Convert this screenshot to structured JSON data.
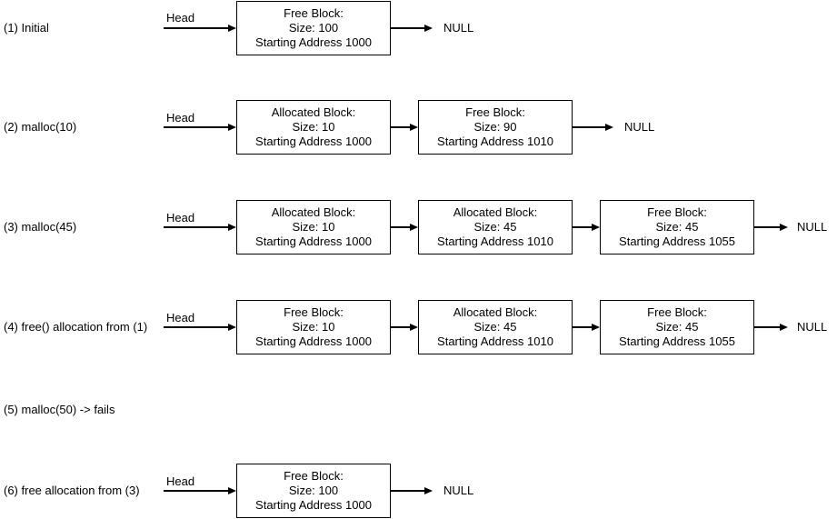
{
  "figure": {
    "description": "Linked-list diagram of heap memory blocks across malloc/free steps",
    "ink_color": "#000000",
    "background_color": "#ffffff",
    "rows": [
      {
        "label": "(1) Initial",
        "head": "Head",
        "terminator": "NULL",
        "blocks": [
          {
            "title": "Free Block:",
            "size": "Size: 100",
            "address": "Starting Address 1000"
          }
        ]
      },
      {
        "label": "(2) malloc(10)",
        "head": "Head",
        "terminator": "NULL",
        "blocks": [
          {
            "title": "Allocated Block:",
            "size": "Size: 10",
            "address": "Starting Address 1000"
          },
          {
            "title": "Free Block:",
            "size": "Size: 90",
            "address": "Starting Address 1010"
          }
        ]
      },
      {
        "label": "(3) malloc(45)",
        "head": "Head",
        "terminator": "NULL",
        "blocks": [
          {
            "title": "Allocated Block:",
            "size": "Size: 10",
            "address": "Starting Address 1000"
          },
          {
            "title": "Allocated Block:",
            "size": "Size: 45",
            "address": "Starting Address 1010"
          },
          {
            "title": "Free Block:",
            "size": "Size: 45",
            "address": "Starting Address 1055"
          }
        ]
      },
      {
        "label": "(4) free() allocation from (1)",
        "head": "Head",
        "terminator": "NULL",
        "blocks": [
          {
            "title": "Free Block:",
            "size": "Size: 10",
            "address": "Starting Address 1000"
          },
          {
            "title": "Allocated Block:",
            "size": "Size: 45",
            "address": "Starting Address 1010"
          },
          {
            "title": "Free Block:",
            "size": "Size: 45",
            "address": "Starting Address 1055"
          }
        ]
      },
      {
        "label": "(5) malloc(50) -> fails",
        "head": "",
        "terminator": "",
        "blocks": []
      },
      {
        "label": "(6) free allocation from (3)",
        "head": "Head",
        "terminator": "NULL",
        "blocks": [
          {
            "title": "Free Block:",
            "size": "Size: 100",
            "address": "Starting Address 1000"
          }
        ]
      }
    ]
  }
}
